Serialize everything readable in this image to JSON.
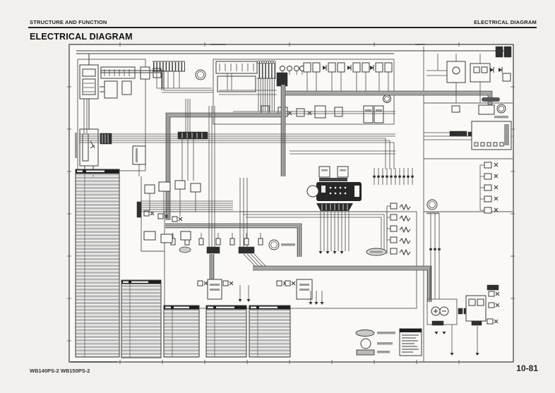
{
  "header": {
    "left_label": "STRUCTURE AND FUNCTION",
    "right_label": "ELECTRICAL DIAGRAM"
  },
  "title": "ELECTRICAL DIAGRAM",
  "footer": {
    "model_label": "WB140PS-2 WB150PS-2",
    "page_number": "10-81"
  },
  "colors": {
    "page_bg": "#f2f0ec",
    "ink": "#1c1c1c",
    "line": "#3a3a3a",
    "sheet_bg": "#faf9f6",
    "row_bar": "#b6b6b6",
    "table_header": "#1e1e1e"
  },
  "diagram": {
    "legend_symbols": [
      "harness-ellipse-icon",
      "connector-circle-icon",
      "ground-plate-icon"
    ]
  }
}
